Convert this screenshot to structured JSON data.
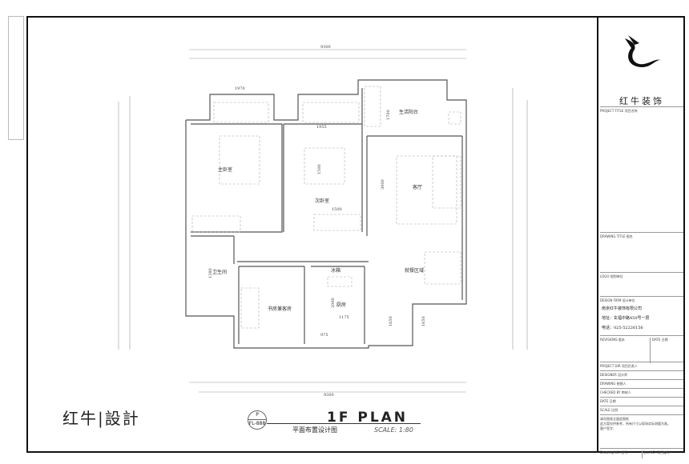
{
  "title_block": {
    "brand": "红牛装饰",
    "project_title": "PROJECT TITLE  项目名称",
    "drawing_title": "DRAWING TITLE  图名",
    "logo_row": "LOGO  规划单位",
    "design_firm": "DESIGN FIRM  设计单位",
    "company": "南京红牛装饰有限公司",
    "address": "地址：玄福中路450号一层",
    "phone": "电话：025-52226156",
    "revisions": "REVISIONS  版本",
    "rev_date": "DATE  日期",
    "project_dir": "PROJECT DIR  项目负责人",
    "designer": "DESIGNER  设计师",
    "drawing": "DRAWING  制图人",
    "checked_by": "CHECKED BY  审核人",
    "date": "DATE  日期",
    "scale": "SCALE  比例",
    "note1": "请勿直接丈量此图纸",
    "note2": "此方案仅供参考，所有尺寸以现场实际测量为准。",
    "note3": "客户签字：",
    "drawing_no": "Drawing NO.  图号",
    "job_no": "Job NO.  项目编号"
  },
  "signature": "红牛|設計",
  "plan": {
    "title": "1F PLAN",
    "subtitle": "平面布置设计图",
    "scale": "SCALE: 1:80",
    "badge_top": "P",
    "badge_bottom": "FL-888",
    "rooms": {
      "master_bedroom": "主卧室",
      "second_bedroom": "次卧室",
      "balcony": "生活阳台",
      "living_room": "客厅",
      "bathroom": "卫生间",
      "study_guest": "书房兼客房",
      "kitchen": "厨房",
      "fridge": "冰箱",
      "dining": "就餐区域"
    },
    "dimensions": {
      "master_window": "1970",
      "second_window": "1955",
      "balcony_depth": "1700",
      "bed_master": "1500",
      "bed_second_w": "1500",
      "living_depth": "3000",
      "bath": "1380",
      "kitchen_depth": "2000",
      "kitchen_w": "1175",
      "kitchen_door": "975",
      "dining_a": "1650",
      "dining_b": "1650",
      "total_top": "9300",
      "total_bottom": "9300"
    }
  }
}
